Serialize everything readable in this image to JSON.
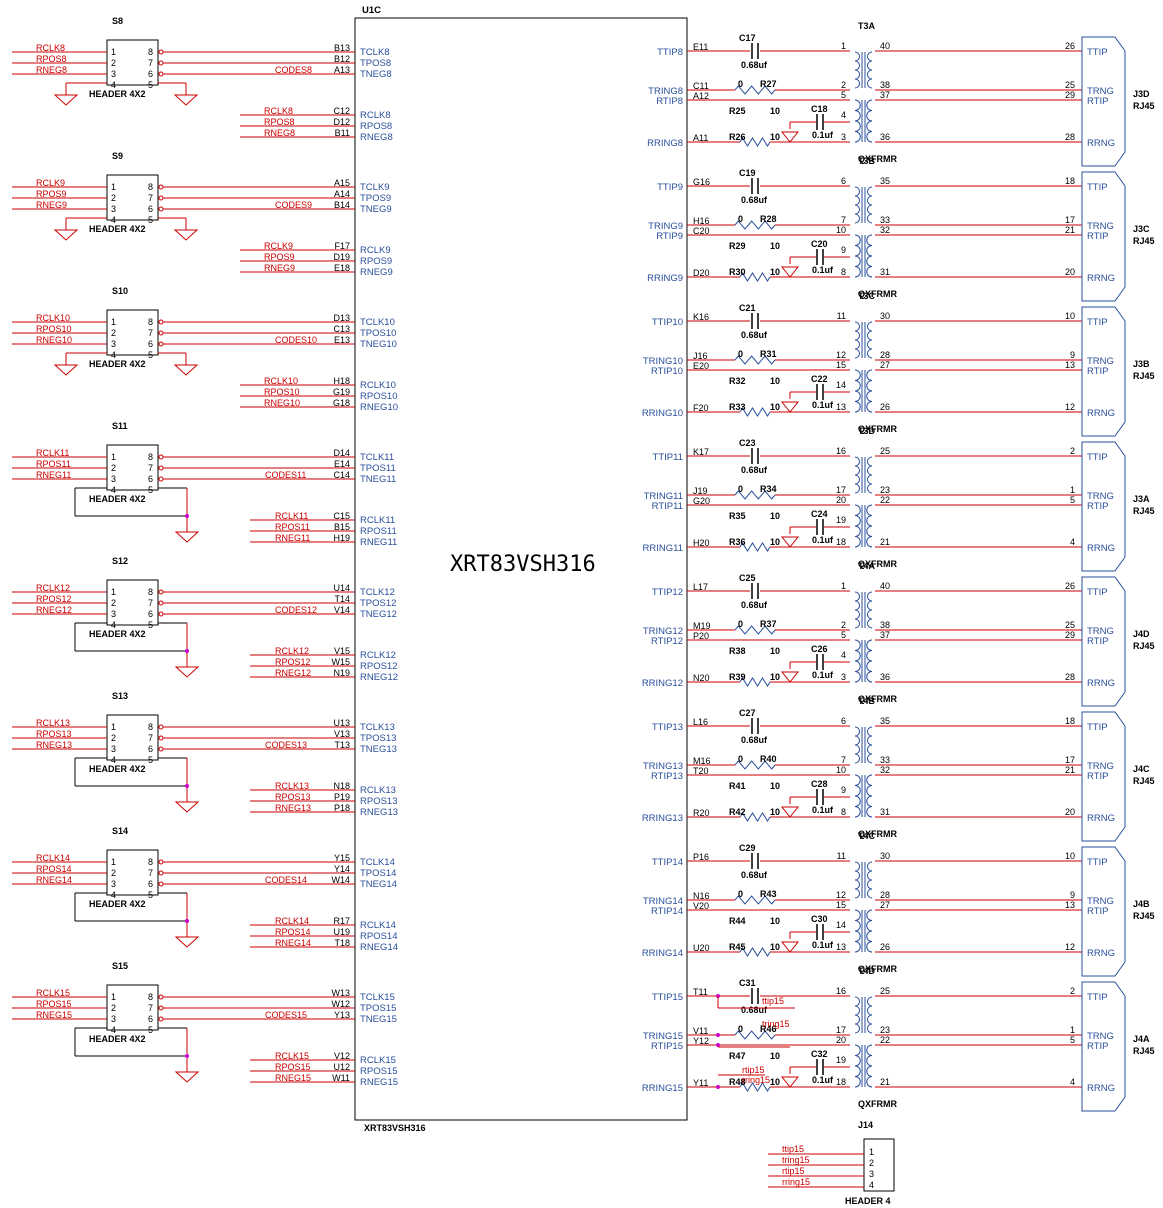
{
  "chip": {
    "ref": "U1C",
    "part": "XRT83VSH316",
    "footer": "XRT83VSH316"
  },
  "headers": [
    {
      "ref": "S8",
      "label": "HEADER 4X2",
      "inputs": [
        "RCLK8",
        "RPOS8",
        "RNEG8"
      ],
      "tx": [
        [
          "B13",
          "TCLK8"
        ],
        [
          "B12",
          "TPOS8"
        ],
        [
          "A13",
          "TNEG8"
        ]
      ],
      "codes": "CODES8",
      "rx": [
        [
          "RCLK8",
          "C12",
          "RCLK8"
        ],
        [
          "RPOS8",
          "D12",
          "RPOS8"
        ],
        [
          "RNEG8",
          "B11",
          "RNEG8"
        ]
      ]
    },
    {
      "ref": "S9",
      "label": "HEADER 4X2",
      "inputs": [
        "RCLK9",
        "RPOS9",
        "RNEG9"
      ],
      "tx": [
        [
          "A15",
          "TCLK9"
        ],
        [
          "A14",
          "TPOS9"
        ],
        [
          "B14",
          "TNEG9"
        ]
      ],
      "codes": "CODES9",
      "rx": [
        [
          "RCLK9",
          "F17",
          "RCLK9"
        ],
        [
          "RPOS9",
          "D19",
          "RPOS9"
        ],
        [
          "RNEG9",
          "E18",
          "RNEG9"
        ]
      ]
    },
    {
      "ref": "S10",
      "label": "HEADER 4X2",
      "inputs": [
        "RCLK10",
        "RPOS10",
        "RNEG10"
      ],
      "tx": [
        [
          "D13",
          "TCLK10"
        ],
        [
          "C13",
          "TPOS10"
        ],
        [
          "E13",
          "TNEG10"
        ]
      ],
      "codes": "CODES10",
      "rx": [
        [
          "RCLK10",
          "H18",
          "RCLK10"
        ],
        [
          "RPOS10",
          "G19",
          "RPOS10"
        ],
        [
          "RNEG10",
          "G18",
          "RNEG10"
        ]
      ]
    },
    {
      "ref": "S11",
      "label": "HEADER 4X2",
      "inputs": [
        "RCLK11",
        "RPOS11",
        "RNEG11"
      ],
      "tx": [
        [
          "D14",
          "TCLK11"
        ],
        [
          "E14",
          "TPOS11"
        ],
        [
          "C14",
          "TNEG11"
        ]
      ],
      "codes": "CODES11",
      "rx": [
        [
          "RCLK11",
          "C15",
          "RCLK11"
        ],
        [
          "RPOS11",
          "B15",
          "RPOS11"
        ],
        [
          "RNEG11",
          "H19",
          "RNEG11"
        ]
      ]
    },
    {
      "ref": "S12",
      "label": "HEADER 4X2",
      "inputs": [
        "RCLK12",
        "RPOS12",
        "RNEG12"
      ],
      "tx": [
        [
          "U14",
          "TCLK12"
        ],
        [
          "T14",
          "TPOS12"
        ],
        [
          "V14",
          "TNEG12"
        ]
      ],
      "codes": "CODES12",
      "rx": [
        [
          "RCLK12",
          "V15",
          "RCLK12"
        ],
        [
          "RPOS12",
          "W15",
          "RPOS12"
        ],
        [
          "RNEG12",
          "N19",
          "RNEG12"
        ]
      ]
    },
    {
      "ref": "S13",
      "label": "HEADER 4X2",
      "inputs": [
        "RCLK13",
        "RPOS13",
        "RNEG13"
      ],
      "tx": [
        [
          "U13",
          "TCLK13"
        ],
        [
          "V13",
          "TPOS13"
        ],
        [
          "T13",
          "TNEG13"
        ]
      ],
      "codes": "CODES13",
      "rx": [
        [
          "RCLK13",
          "N18",
          "RCLK13"
        ],
        [
          "RPOS13",
          "P19",
          "RPOS13"
        ],
        [
          "RNEG13",
          "P18",
          "RNEG13"
        ]
      ]
    },
    {
      "ref": "S14",
      "label": "HEADER 4X2",
      "inputs": [
        "RCLK14",
        "RPOS14",
        "RNEG14"
      ],
      "tx": [
        [
          "Y15",
          "TCLK14"
        ],
        [
          "Y14",
          "TPOS14"
        ],
        [
          "W14",
          "TNEG14"
        ]
      ],
      "codes": "CODES14",
      "rx": [
        [
          "RCLK14",
          "R17",
          "RCLK14"
        ],
        [
          "RPOS14",
          "U19",
          "RPOS14"
        ],
        [
          "RNEG14",
          "T18",
          "RNEG14"
        ]
      ]
    },
    {
      "ref": "S15",
      "label": "HEADER 4X2",
      "inputs": [
        "RCLK15",
        "RPOS15",
        "RNEG15"
      ],
      "tx": [
        [
          "W13",
          "TCLK15"
        ],
        [
          "W12",
          "TPOS15"
        ],
        [
          "Y13",
          "TNEG15"
        ]
      ],
      "codes": "CODES15",
      "rx": [
        [
          "RCLK15",
          "V12",
          "RCLK15"
        ],
        [
          "RPOS15",
          "U12",
          "RPOS15"
        ],
        [
          "RNEG15",
          "W11",
          "RNEG15"
        ]
      ]
    }
  ],
  "header_pins": [
    [
      "1",
      "8"
    ],
    [
      "2",
      "7"
    ],
    [
      "3",
      "6"
    ],
    [
      "4",
      "5"
    ]
  ],
  "channels": [
    {
      "ttip": "TTIP8",
      "tring": "TRING8",
      "rtip": "RTIP8",
      "rring": "RRING8",
      "b_ttip": "E11",
      "b_tring": "C11",
      "b_rtip": "A12",
      "b_rring": "A11",
      "cap_tx": "C17",
      "cap_tx_val": "0.68uf",
      "r_tx": "R27",
      "r_tx_val": "0",
      "r_rx": "R25",
      "r_rx_val": "10",
      "cap_rx": "C18",
      "cap_rx_val": "0.1uf",
      "r_rr": "R26",
      "r_rr_val": "10",
      "xf": "T3A",
      "xf_part": "QXFRMR",
      "xp_l": [
        "1",
        "2",
        "5",
        "4",
        "3"
      ],
      "xp_r": [
        "40",
        "38",
        "37",
        "36"
      ],
      "j": "J3D",
      "j_part": "RJ45",
      "jp": [
        "26",
        "25",
        "29",
        "28"
      ]
    },
    {
      "ttip": "TTIP9",
      "tring": "TRING9",
      "rtip": "RTIP9",
      "rring": "RRING9",
      "b_ttip": "G16",
      "b_tring": "H16",
      "b_rtip": "C20",
      "b_rring": "D20",
      "cap_tx": "C19",
      "cap_tx_val": "0.68uf",
      "r_tx": "R28",
      "r_tx_val": "0",
      "r_rx": "R29",
      "r_rx_val": "10",
      "cap_rx": "C20",
      "cap_rx_val": "0.1uf",
      "r_rr": "R30",
      "r_rr_val": "10",
      "xf": "T3B",
      "xf_part": "QXFRMR",
      "xp_l": [
        "6",
        "7",
        "10",
        "9",
        "8"
      ],
      "xp_r": [
        "35",
        "33",
        "32",
        "31"
      ],
      "j": "J3C",
      "j_part": "RJ45",
      "jp": [
        "18",
        "17",
        "21",
        "20"
      ]
    },
    {
      "ttip": "TTIP10",
      "tring": "TRING10",
      "rtip": "RTIP10",
      "rring": "RRING10",
      "b_ttip": "K16",
      "b_tring": "J16",
      "b_rtip": "E20",
      "b_rring": "F20",
      "cap_tx": "C21",
      "cap_tx_val": "0.68uf",
      "r_tx": "R31",
      "r_tx_val": "0",
      "r_rx": "R32",
      "r_rx_val": "10",
      "cap_rx": "C22",
      "cap_rx_val": "0.1uf",
      "r_rr": "R33",
      "r_rr_val": "10",
      "xf": "T3C",
      "xf_part": "QXFRMR",
      "xp_l": [
        "11",
        "12",
        "15",
        "14",
        "13"
      ],
      "xp_r": [
        "30",
        "28",
        "27",
        "26"
      ],
      "j": "J3B",
      "j_part": "RJ45",
      "jp": [
        "10",
        "9",
        "13",
        "12"
      ]
    },
    {
      "ttip": "TTIP11",
      "tring": "TRING11",
      "rtip": "RTIP11",
      "rring": "RRING11",
      "b_ttip": "K17",
      "b_tring": "J19",
      "b_rtip": "G20",
      "b_rring": "H20",
      "cap_tx": "C23",
      "cap_tx_val": "0.68uf",
      "r_tx": "R34",
      "r_tx_val": "0",
      "r_rx": "R35",
      "r_rx_val": "10",
      "cap_rx": "C24",
      "cap_rx_val": "0.1uf",
      "r_rr": "R36",
      "r_rr_val": "10",
      "xf": "T3D",
      "xf_part": "QXFRMR",
      "xp_l": [
        "16",
        "17",
        "20",
        "19",
        "18"
      ],
      "xp_r": [
        "25",
        "23",
        "22",
        "21"
      ],
      "j": "J3A",
      "j_part": "RJ45",
      "jp": [
        "2",
        "1",
        "5",
        "4"
      ]
    },
    {
      "ttip": "TTIP12",
      "tring": "TRING12",
      "rtip": "RTIP12",
      "rring": "RRING12",
      "b_ttip": "L17",
      "b_tring": "M19",
      "b_rtip": "P20",
      "b_rring": "N20",
      "cap_tx": "C25",
      "cap_tx_val": "0.68uf",
      "r_tx": "R37",
      "r_tx_val": "0",
      "r_rx": "R38",
      "r_rx_val": "10",
      "cap_rx": "C26",
      "cap_rx_val": "0.1uf",
      "r_rr": "R39",
      "r_rr_val": "10",
      "xf": "T4A",
      "xf_part": "QXFRMR",
      "xp_l": [
        "1",
        "2",
        "5",
        "4",
        "3"
      ],
      "xp_r": [
        "40",
        "38",
        "37",
        "36"
      ],
      "j": "J4D",
      "j_part": "RJ45",
      "jp": [
        "26",
        "25",
        "29",
        "28"
      ]
    },
    {
      "ttip": "TTIP13",
      "tring": "TRING13",
      "rtip": "RTIP13",
      "rring": "RRING13",
      "b_ttip": "L16",
      "b_tring": "M16",
      "b_rtip": "T20",
      "b_rring": "R20",
      "cap_tx": "C27",
      "cap_tx_val": "0.68uf",
      "r_tx": "R40",
      "r_tx_val": "0",
      "r_rx": "R41",
      "r_rx_val": "10",
      "cap_rx": "C28",
      "cap_rx_val": "0.1uf",
      "r_rr": "R42",
      "r_rr_val": "10",
      "xf": "T4B",
      "xf_part": "QXFRMR",
      "xp_l": [
        "6",
        "7",
        "10",
        "9",
        "8"
      ],
      "xp_r": [
        "35",
        "33",
        "32",
        "31"
      ],
      "j": "J4C",
      "j_part": "RJ45",
      "jp": [
        "18",
        "17",
        "21",
        "20"
      ]
    },
    {
      "ttip": "TTIP14",
      "tring": "TRING14",
      "rtip": "RTIP14",
      "rring": "RRING14",
      "b_ttip": "P16",
      "b_tring": "N16",
      "b_rtip": "V20",
      "b_rring": "U20",
      "cap_tx": "C29",
      "cap_tx_val": "0.68uf",
      "r_tx": "R43",
      "r_tx_val": "0",
      "r_rx": "R44",
      "r_rx_val": "10",
      "cap_rx": "C30",
      "cap_rx_val": "0.1uf",
      "r_rr": "R45",
      "r_rr_val": "10",
      "xf": "T4C",
      "xf_part": "QXFRMR",
      "xp_l": [
        "11",
        "12",
        "15",
        "14",
        "13"
      ],
      "xp_r": [
        "30",
        "28",
        "27",
        "26"
      ],
      "j": "J4B",
      "j_part": "RJ45",
      "jp": [
        "10",
        "9",
        "13",
        "12"
      ]
    },
    {
      "ttip": "TTIP15",
      "tring": "TRING15",
      "rtip": "RTIP15",
      "rring": "RRING15",
      "b_ttip": "T11",
      "b_tring": "V11",
      "b_rtip": "Y12",
      "b_rring": "Y11",
      "cap_tx": "C31",
      "cap_tx_val": "0.68uf",
      "r_tx": "R46",
      "r_tx_val": "0",
      "r_rx": "R47",
      "r_rx_val": "10",
      "cap_rx": "C32",
      "cap_rx_val": "0.1uf",
      "r_rr": "R48",
      "r_rr_val": "10",
      "xf": "T4D",
      "xf_part": "QXFRMR",
      "xp_l": [
        "16",
        "17",
        "20",
        "19",
        "18"
      ],
      "xp_r": [
        "25",
        "23",
        "22",
        "21"
      ],
      "j": "J4A",
      "j_part": "RJ45",
      "jp": [
        "2",
        "1",
        "5",
        "4"
      ]
    }
  ],
  "jack_labels": [
    "TTIP",
    "TRNG",
    "RTIP",
    "RRNG"
  ],
  "test_nets": [
    "ttip15",
    "tring15",
    "rtip15",
    "rring15"
  ],
  "test_header": {
    "ref": "J14",
    "label": "HEADER 4",
    "pins": [
      "1",
      "2",
      "3",
      "4"
    ],
    "nets": [
      "ttip15",
      "tring15",
      "rtip15",
      "rring15"
    ]
  }
}
